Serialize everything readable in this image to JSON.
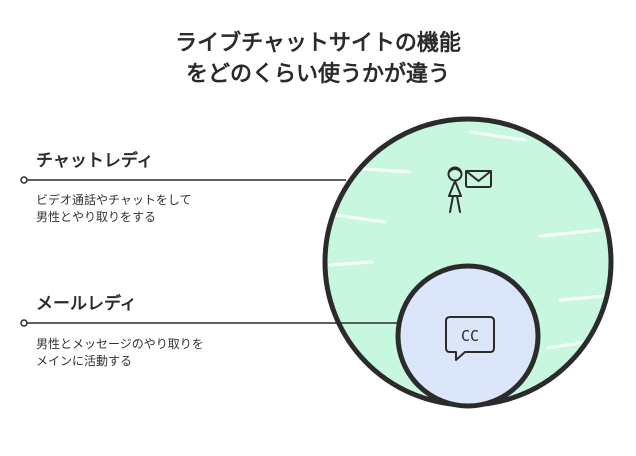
{
  "title": {
    "line1": "ライブチャットサイトの機能",
    "line2": "をどのくらい使うかが違う"
  },
  "outer_set": {
    "heading": "チャットレディ",
    "description_line1": "ビデオ通話やチャットをして",
    "description_line2": "男性とやり取りをする",
    "icon": "person-with-envelope-icon",
    "fill_color": "#c8f7df"
  },
  "inner_set": {
    "heading": "メールレディ",
    "description_line1": "男性とメッセージのやり取りを",
    "description_line2": "メインに活動する",
    "icon": "closed-caption-chat-icon",
    "icon_text": "CC",
    "fill_color": "#dbe6fb"
  },
  "colors": {
    "stroke": "#2b2b2b",
    "connector": "#555555"
  }
}
